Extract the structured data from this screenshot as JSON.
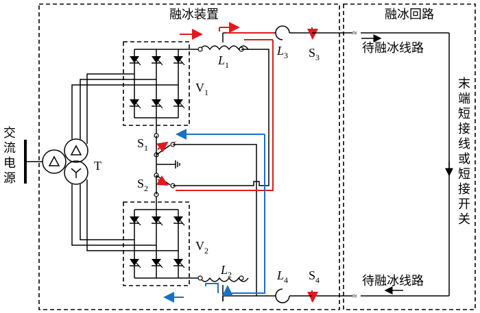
{
  "labels": {
    "device": "融冰装置",
    "loop": "融冰回路",
    "ac_source": [
      "交",
      "流",
      "电",
      "源"
    ],
    "transformer": "T",
    "v1": "V",
    "v1_sub": "1",
    "v2": "V",
    "v2_sub": "2",
    "l1": "L",
    "l1_sub": "1",
    "l2": "L",
    "l2_sub": "2",
    "l3": "L",
    "l3_sub": "3",
    "l4": "L",
    "l4_sub": "4",
    "s1": "S",
    "s1_sub": "1",
    "s2": "S",
    "s2_sub": "2",
    "s3": "S",
    "s3_sub": "3",
    "s4": "S",
    "s4_sub": "4",
    "line_top": "待融冰线路",
    "line_bottom": "待融冰线路",
    "end_short": [
      "末",
      "端",
      "短",
      "接",
      "线",
      "或",
      "短",
      "接",
      "开",
      "关"
    ]
  },
  "colors": {
    "red": "#e0191e",
    "blue": "#1a6fc4",
    "line": "#000000"
  },
  "icons": [
    "thyristor-icon",
    "inductor-icon",
    "ground-icon",
    "switch-icon",
    "arrow-icon"
  ]
}
